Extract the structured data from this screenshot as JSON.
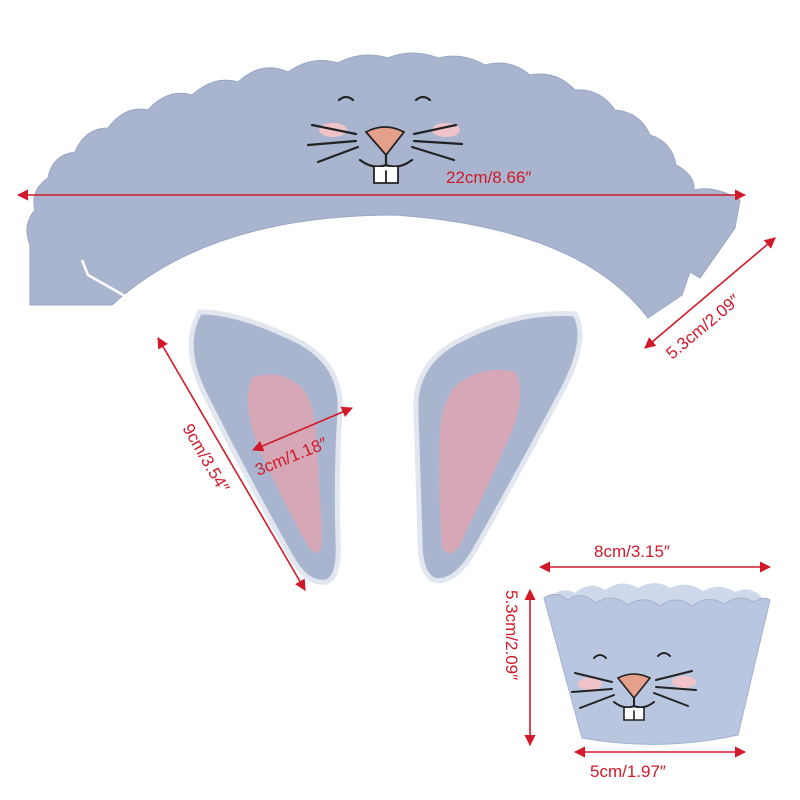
{
  "colors": {
    "dimension": "#d01a2a",
    "wrapper": "#a9b5cf",
    "wrapper_edge": "#98a6c4",
    "ear_inner": "#d6a7b6",
    "nose": "#e4a08b",
    "cheek": "#f0c3c9",
    "ink": "#222222"
  },
  "dimensions": {
    "wrapper_length": "22cm/8.66″",
    "wrapper_height": "5.3cm/2.09″",
    "ear_length": "9cm/3.54″",
    "ear_width": "3cm/1.18″",
    "cup_top": "8cm/3.15″",
    "cup_height": "5.3cm/2.09″",
    "cup_bottom": "5cm/1.97″"
  },
  "icons": [
    "bunny-face-icon",
    "bunny-ear-icon",
    "cupcake-wrapper-icon"
  ]
}
